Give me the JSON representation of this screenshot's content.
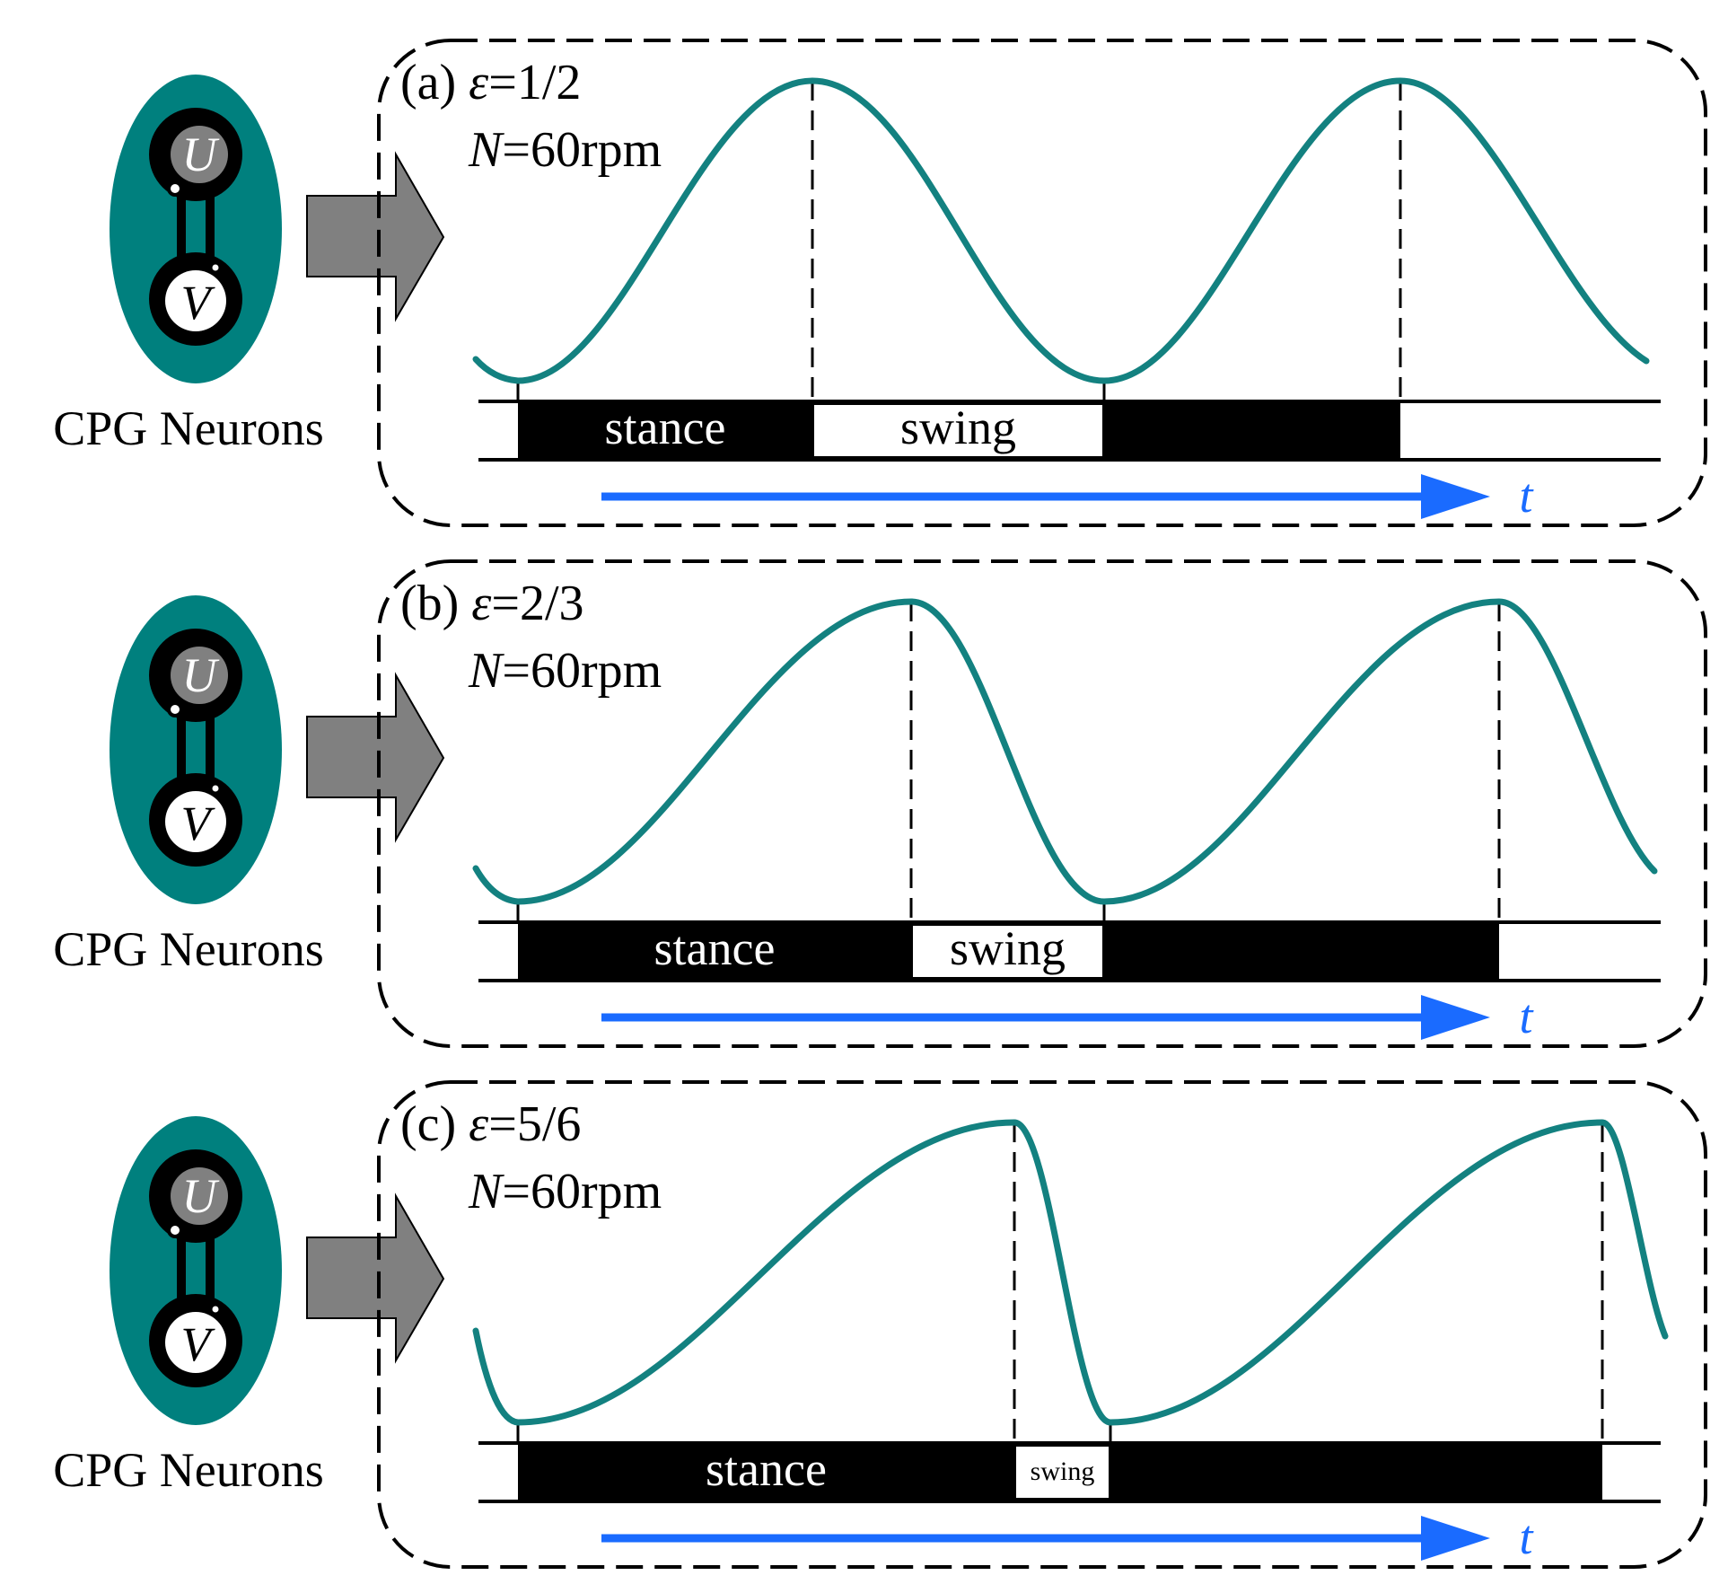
{
  "colors": {
    "neuron_body": "#00807e",
    "waveform": "#138180",
    "arrow_fill": "#808080",
    "time_arrow": "#1a6bff",
    "border": "#000000",
    "stance_fill": "#000000",
    "swing_fill": "#ffffff"
  },
  "icons": {
    "neuron": "cpg-neuron-pair-icon",
    "transfer_arrow": "block-arrow-icon",
    "time_arrow": "time-arrow-icon"
  },
  "neuron": {
    "label": "CPG Neurons",
    "upper": "U",
    "lower": "V"
  },
  "panels": [
    {
      "id": "a",
      "tag": "(a)",
      "epsilon_symbol": "ε",
      "epsilon_value": "=1/2",
      "n_symbol": "N",
      "n_value": "=60rpm",
      "duty_factor": 0.5,
      "stance_label": "stance",
      "swing_label": "swing",
      "time_label": "t"
    },
    {
      "id": "b",
      "tag": "(b)",
      "epsilon_symbol": "ε",
      "epsilon_value": "=2/3",
      "n_symbol": "N",
      "n_value": "=60rpm",
      "duty_factor": 0.6667,
      "stance_label": "stance",
      "swing_label": "swing",
      "time_label": "t"
    },
    {
      "id": "c",
      "tag": "(c)",
      "epsilon_symbol": "ε",
      "epsilon_value": "=5/6",
      "n_symbol": "N",
      "n_value": "=60rpm",
      "duty_factor": 0.8333,
      "stance_label": "stance",
      "swing_label": "swing",
      "time_label": "t"
    }
  ]
}
